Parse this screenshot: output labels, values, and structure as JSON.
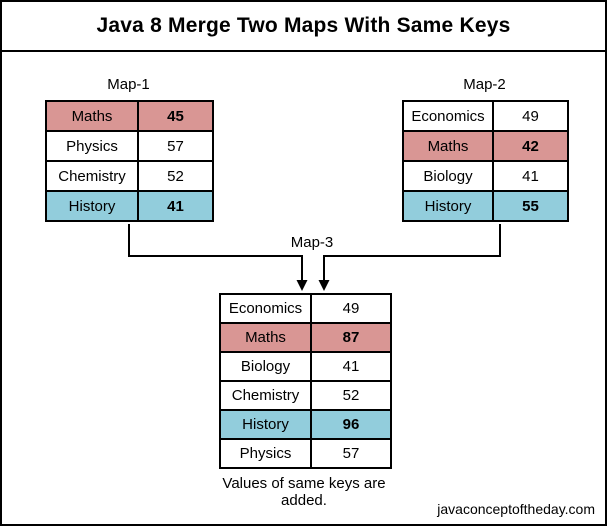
{
  "title": "Java 8 Merge Two Maps With Same Keys",
  "caption": "Values of same keys are added.",
  "footer": "javaconceptoftheday.com",
  "colors": {
    "pink": "#d99694",
    "blue": "#92cddc",
    "line": "#000000",
    "background": "#ffffff"
  },
  "maps": [
    {
      "label": "Map-1",
      "rows": [
        {
          "key": "Maths",
          "value": "45",
          "highlight": "pink"
        },
        {
          "key": "Physics",
          "value": "57",
          "highlight": "none"
        },
        {
          "key": "Chemistry",
          "value": "52",
          "highlight": "none"
        },
        {
          "key": "History",
          "value": "41",
          "highlight": "blue"
        }
      ]
    },
    {
      "label": "Map-2",
      "rows": [
        {
          "key": "Economics",
          "value": "49",
          "highlight": "none"
        },
        {
          "key": "Maths",
          "value": "42",
          "highlight": "pink"
        },
        {
          "key": "Biology",
          "value": "41",
          "highlight": "none"
        },
        {
          "key": "History",
          "value": "55",
          "highlight": "blue"
        }
      ]
    },
    {
      "label": "Map-3",
      "rows": [
        {
          "key": "Economics",
          "value": "49",
          "highlight": "none"
        },
        {
          "key": "Maths",
          "value": "87",
          "highlight": "pink"
        },
        {
          "key": "Biology",
          "value": "41",
          "highlight": "none"
        },
        {
          "key": "Chemistry",
          "value": "52",
          "highlight": "none"
        },
        {
          "key": "History",
          "value": "96",
          "highlight": "blue"
        },
        {
          "key": "Physics",
          "value": "57",
          "highlight": "none"
        }
      ]
    }
  ]
}
